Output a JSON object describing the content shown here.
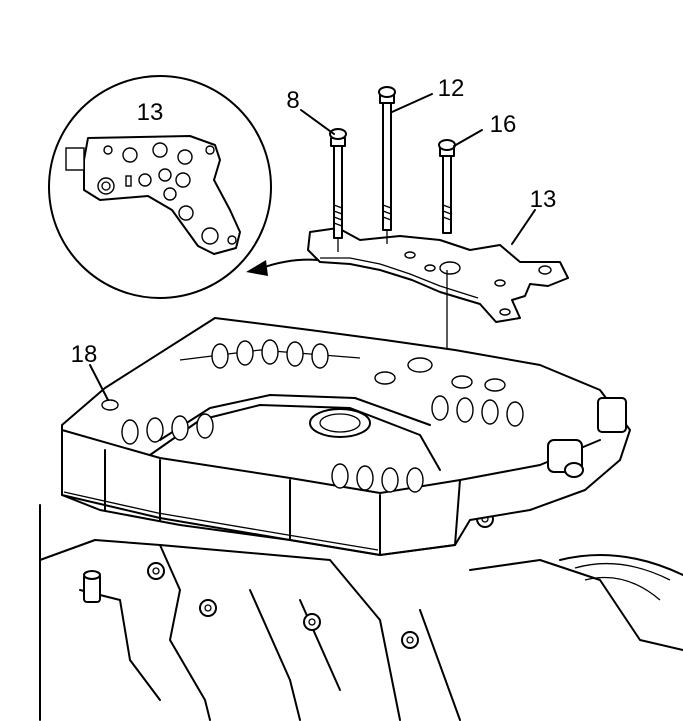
{
  "callouts": {
    "inset_part": "13",
    "bolt_8": "8",
    "bolt_12": "12",
    "bolt_16": "16",
    "bracket": "13",
    "valve_body": "18"
  }
}
